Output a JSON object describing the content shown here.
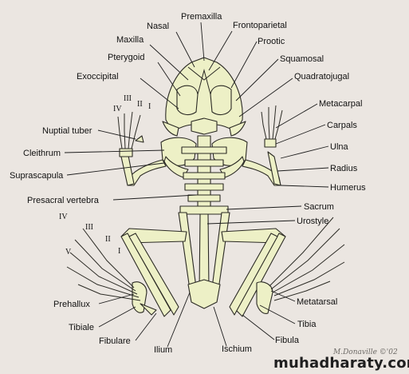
{
  "labels": {
    "premaxilla": "Premaxilla",
    "nasal": "Nasal",
    "frontoparietal": "Frontoparietal",
    "maxilla": "Maxilla",
    "prootic": "Prootic",
    "pterygoid": "Pterygoid",
    "squamosal": "Squamosal",
    "exoccipital": "Exoccipital",
    "quadratojugal": "Quadratojugal",
    "metacarpal": "Metacarpal",
    "nuptial_tuber": "Nuptial tuber",
    "carpals": "Carpals",
    "ulna": "Ulna",
    "cleithrum": "Cleithrum",
    "radius": "Radius",
    "suprascapula": "Suprascapula",
    "humerus": "Humerus",
    "presacral_vertebra": "Presacral vertebra",
    "sacrum": "Sacrum",
    "urostyle": "Urostyle",
    "prehallux": "Prehallux",
    "metatarsal": "Metatarsal",
    "tibiale": "Tibiale",
    "tibia": "Tibia",
    "fibulare": "Fibulare",
    "fibula": "Fibula",
    "ilium": "Ilium",
    "ischium": "Ischium"
  },
  "digits": {
    "hand": [
      "III",
      "IV",
      "II",
      "I"
    ],
    "foot": [
      "IV",
      "III",
      "II",
      "I",
      "V"
    ]
  },
  "signature": "M.Donaville ©'02",
  "watermark": "muhadharaty.com"
}
